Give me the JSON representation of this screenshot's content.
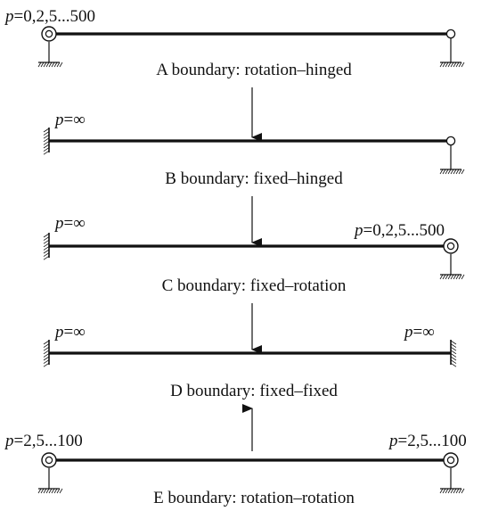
{
  "colors": {
    "ink": "#111111",
    "background": "#ffffff"
  },
  "panels": [
    {
      "id": "A",
      "caption": "A boundary: rotation–hinged",
      "left_support": {
        "kind": "rotational-spring-pin",
        "p_symbol": "p",
        "p_text": "=0,2,5...500"
      },
      "right_support": {
        "kind": "hinge",
        "p_symbol": "",
        "p_text": ""
      }
    },
    {
      "id": "B",
      "caption": "B boundary: fixed–hinged",
      "left_support": {
        "kind": "fixed-wall",
        "p_symbol": "p",
        "p_text": "=∞"
      },
      "right_support": {
        "kind": "hinge",
        "p_symbol": "",
        "p_text": ""
      }
    },
    {
      "id": "C",
      "caption": "C boundary: fixed–rotation",
      "left_support": {
        "kind": "fixed-wall",
        "p_symbol": "p",
        "p_text": "=∞"
      },
      "right_support": {
        "kind": "rotational-spring-pin",
        "p_symbol": "p",
        "p_text": "=0,2,5...500"
      }
    },
    {
      "id": "D",
      "caption": "D boundary: fixed–fixed",
      "left_support": {
        "kind": "fixed-wall",
        "p_symbol": "p",
        "p_text": "=∞"
      },
      "right_support": {
        "kind": "fixed-wall",
        "p_symbol": "p",
        "p_text": "=∞"
      }
    },
    {
      "id": "E",
      "caption": "E boundary: rotation–rotation",
      "left_support": {
        "kind": "rotational-spring-pin",
        "p_symbol": "p",
        "p_text": "=2,5...100"
      },
      "right_support": {
        "kind": "rotational-spring-pin",
        "p_symbol": "p",
        "p_text": "=2,5...100"
      }
    }
  ],
  "transitions": [
    {
      "from": "A",
      "to": "B",
      "direction": "down"
    },
    {
      "from": "B",
      "to": "C",
      "direction": "down"
    },
    {
      "from": "C",
      "to": "D",
      "direction": "down"
    },
    {
      "from": "E",
      "to": "D",
      "direction": "up"
    }
  ]
}
